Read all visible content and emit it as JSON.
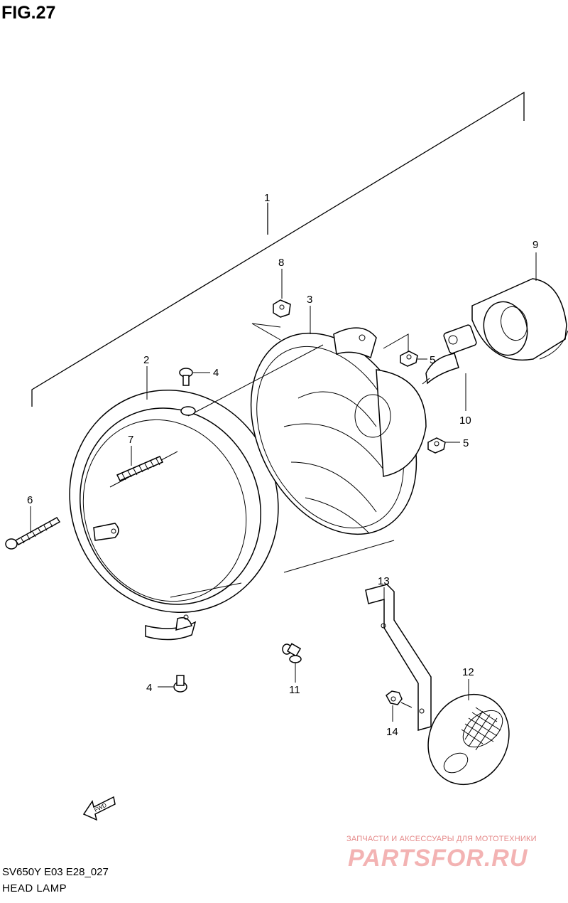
{
  "figure": {
    "title": "FIG.27",
    "model_code": "SV650Y E03 E28_027",
    "name": "HEAD LAMP"
  },
  "callouts": {
    "c1": "1",
    "c2": "2",
    "c3": "3",
    "c4a": "4",
    "c4b": "4",
    "c5a": "5",
    "c5b": "5",
    "c6": "6",
    "c7": "7",
    "c8": "8",
    "c9": "9",
    "c10": "10",
    "c11": "11",
    "c12": "12",
    "c13": "13",
    "c14": "14"
  },
  "fwd_label": "FWD",
  "watermark": {
    "tagline": "ЗАПЧАСТИ И АКСЕССУАРЫ ДЛЯ МОТОТЕХНИКИ",
    "logo": "PARTSFOR.RU"
  }
}
